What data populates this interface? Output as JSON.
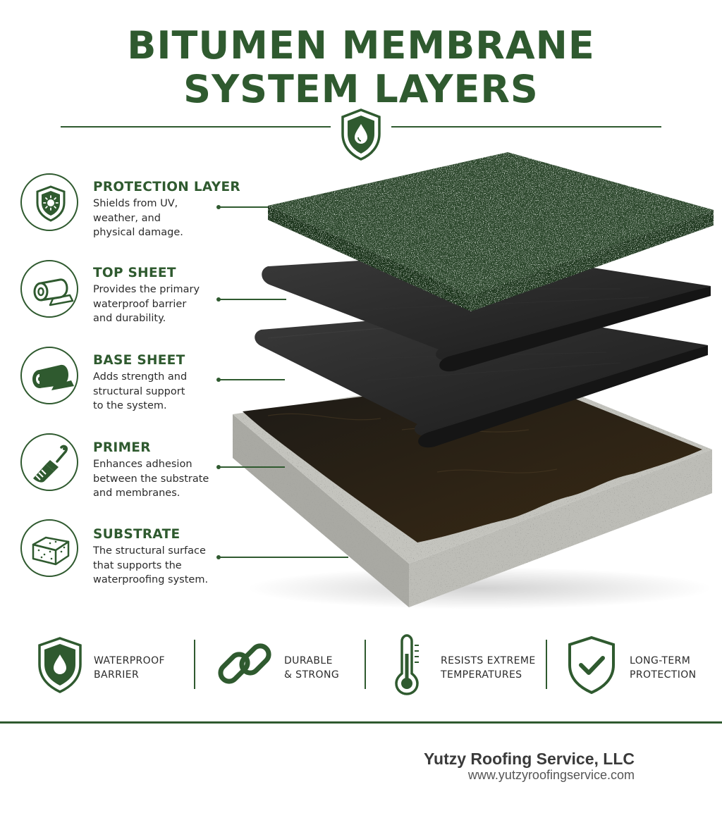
{
  "title": {
    "line1": "BITUMEN MEMBRANE",
    "line2": "SYSTEM LAYERS"
  },
  "colors": {
    "brand_green": "#2f5a2f",
    "gravel_green": "#2d4a2d",
    "membrane_black": "#222222",
    "concrete_gray": "#b4b4ae"
  },
  "layers": [
    {
      "icon": "sun-shield-icon",
      "heading": "PROTECTION LAYER",
      "lines": [
        "Shields from UV,",
        "weather, and",
        "physical damage."
      ]
    },
    {
      "icon": "roll-sheet-icon",
      "heading": "TOP SHEET",
      "lines": [
        "Provides the primary",
        "waterproof barrier",
        "and durability."
      ]
    },
    {
      "icon": "roll-base-icon",
      "heading": "BASE SHEET",
      "lines": [
        "Adds strength and",
        "structural support",
        "to the system."
      ]
    },
    {
      "icon": "brush-icon",
      "heading": "PRIMER",
      "lines": [
        "Enhances adhesion",
        "between the substrate",
        "and membranes."
      ]
    },
    {
      "icon": "block-icon",
      "heading": "SUBSTRATE",
      "lines": [
        "The structural surface",
        "that supports the",
        "waterproofing system."
      ]
    }
  ],
  "features": [
    {
      "icon": "water-shield-icon",
      "lines": [
        "WATERPROOF",
        "BARRIER"
      ]
    },
    {
      "icon": "chain-link-icon",
      "lines": [
        "DURABLE",
        "& STRONG"
      ]
    },
    {
      "icon": "thermometer-icon",
      "lines": [
        "RESISTS EXTREME",
        "TEMPERATURES"
      ]
    },
    {
      "icon": "check-shield-icon",
      "lines": [
        "LONG-TERM",
        "PROTECTION"
      ]
    }
  ],
  "footer": {
    "company": "Yutzy Roofing Service, LLC",
    "url": "www.yutzyroofingservice.com"
  }
}
